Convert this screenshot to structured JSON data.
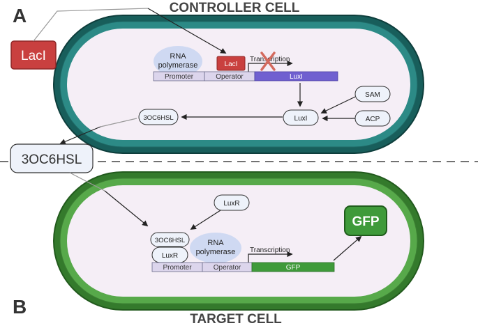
{
  "panels": {
    "a_letter": "A",
    "b_letter": "B",
    "controller_title": "CONTROLLER CELL",
    "target_title": "TARGET CELL"
  },
  "controller": {
    "external_laci": "LacI",
    "rna_polymerase_line1": "RNA",
    "rna_polymerase_line2": "polymerase",
    "bound_laci": "LacI",
    "transcription": "Transcription",
    "promoter": "Promoter",
    "operator": "Operator",
    "gene": "LuxI",
    "luxi_protein": "LuxI",
    "sam": "SAM",
    "acp": "ACP",
    "product": "3OC6HSL"
  },
  "signal": {
    "label": "3OC6HSL"
  },
  "target": {
    "luxr_free": "LuxR",
    "complex_top": "3OC6HSL",
    "complex_bottom": "LuxR",
    "rna_polymerase_line1": "RNA",
    "rna_polymerase_line2": "polymerase",
    "transcription": "Transcription",
    "promoter": "Promoter",
    "operator": "Operator",
    "gene": "GFP",
    "output": "GFP"
  },
  "colors": {
    "controller_membrane": "#1f6f6c",
    "target_membrane": "#3f8f35",
    "cytoplasm": "#f5eef6",
    "laci_red": "#c9403f",
    "luxi_blue": "#7060d0",
    "gfp_green": "#3f9a3a",
    "rnap_blue": "#cfd9f2",
    "dna_part": "#dcd5ec",
    "repression_x": "#d46a5e"
  }
}
